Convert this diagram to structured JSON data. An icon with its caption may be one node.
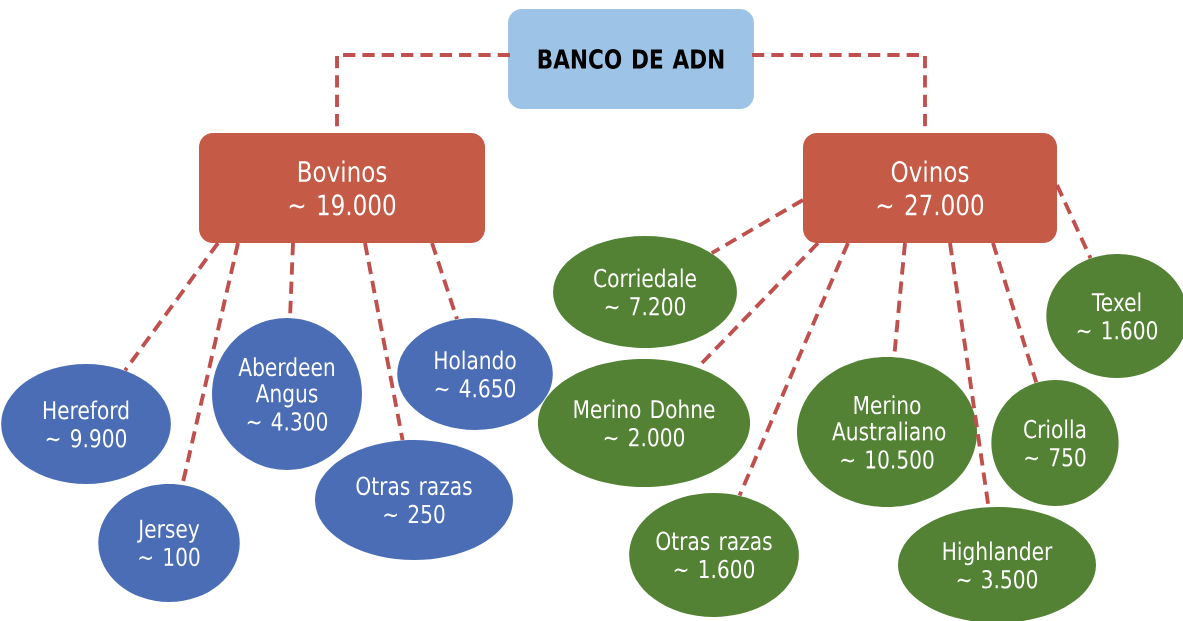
{
  "diagram": {
    "nodes": [
      {
        "text": [
          "BANCO DE ADN"
        ]
      },
      {
        "text": [
          "Bovinos",
          "∼ 19.000"
        ]
      },
      {
        "text": [
          "Ovinos",
          "∼ 27.000"
        ]
      },
      {
        "text": [
          "Hereford",
          "∼ 9.900"
        ]
      },
      {
        "text": [
          "Jersey",
          "∼ 100"
        ]
      },
      {
        "text": [
          "Aberdeen Angus",
          "∼ 4.300"
        ]
      },
      {
        "text": [
          "Otras razas",
          "∼ 250"
        ]
      },
      {
        "text": [
          "Holando",
          "∼ 4.650"
        ]
      },
      {
        "text": [
          "Corriedale",
          "∼ 7.200"
        ]
      },
      {
        "text": [
          "Merino Dohne",
          "∼ 2.000"
        ]
      },
      {
        "text": [
          "Otras razas",
          "∼ 1.600"
        ]
      },
      {
        "text": [
          "Merino Australiano",
          "∼ 10.500"
        ]
      },
      {
        "text": [
          "Highlander",
          "∼ 3.500"
        ]
      },
      {
        "text": [
          "Criolla",
          "∼ 750"
        ]
      },
      {
        "text": [
          "Texel",
          "∼ 1.600"
        ]
      }
    ],
    "edges": [
      {
        "from": 0,
        "to": 1,
        "arrow": "none",
        "style": "dashed"
      },
      {
        "from": 0,
        "to": 2,
        "arrow": "none",
        "style": "dashed"
      },
      {
        "from": 1,
        "to": 3,
        "arrow": "none",
        "style": "dashed"
      },
      {
        "from": 1,
        "to": 4,
        "arrow": "none",
        "style": "dashed"
      },
      {
        "from": 1,
        "to": 5,
        "arrow": "none",
        "style": "dashed"
      },
      {
        "from": 1,
        "to": 6,
        "arrow": "none",
        "style": "dashed"
      },
      {
        "from": 1,
        "to": 7,
        "arrow": "none",
        "style": "dashed"
      },
      {
        "from": 2,
        "to": 8,
        "arrow": "none",
        "style": "dashed"
      },
      {
        "from": 2,
        "to": 9,
        "arrow": "none",
        "style": "dashed"
      },
      {
        "from": 2,
        "to": 10,
        "arrow": "none",
        "style": "dashed"
      },
      {
        "from": 2,
        "to": 11,
        "arrow": "none",
        "style": "dashed"
      },
      {
        "from": 2,
        "to": 12,
        "arrow": "none",
        "style": "dashed"
      },
      {
        "from": 2,
        "to": 13,
        "arrow": "none",
        "style": "dashed"
      },
      {
        "from": 2,
        "to": 14,
        "arrow": "none",
        "style": "dashed"
      }
    ]
  }
}
